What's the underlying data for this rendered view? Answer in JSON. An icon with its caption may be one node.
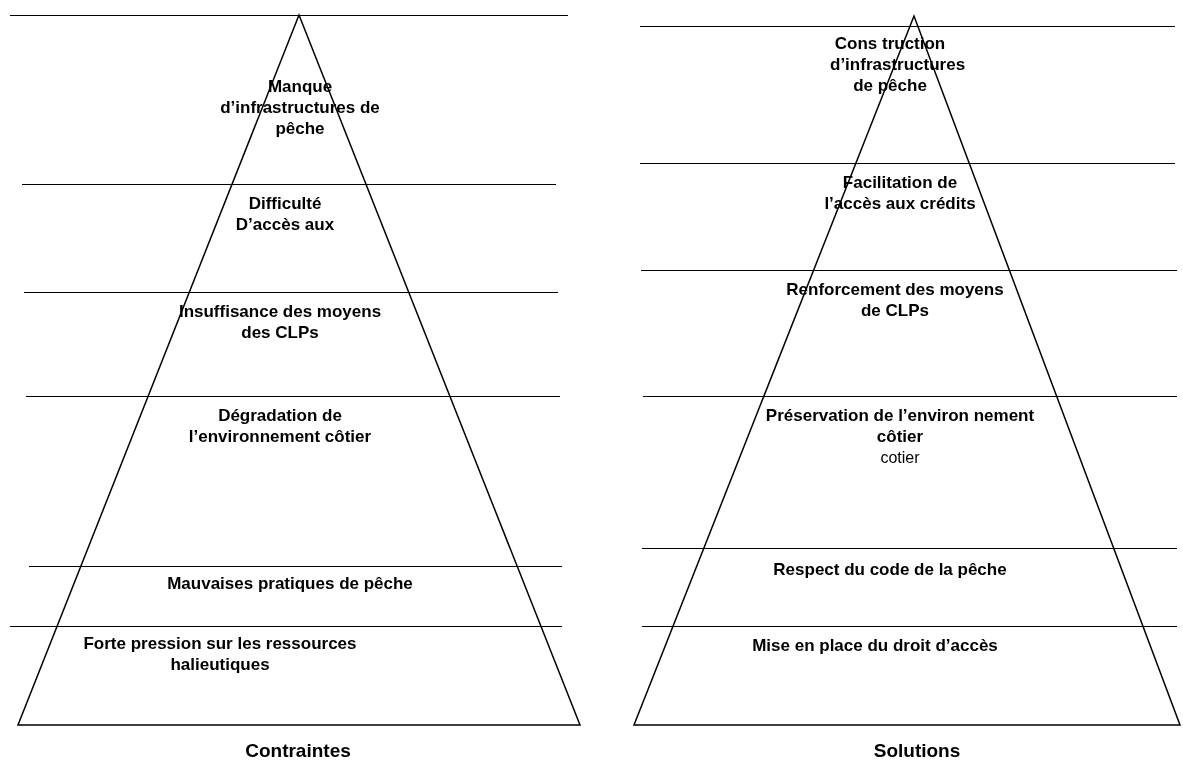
{
  "diagram": {
    "nodes": [
      {
        "text": [
          "Contraintes"
        ]
      },
      {
        "text": [
          "Manque d’infrastructures de pêche"
        ],
        "in": 0
      },
      {
        "text": [
          "Difficulté D’accès aux"
        ],
        "in": 0
      },
      {
        "text": [
          "Insuffisance des moyens des CLPs"
        ],
        "in": 0
      },
      {
        "text": [
          "Dégradation de l’environnement côtier"
        ],
        "in": 0
      },
      {
        "text": [
          "Mauvaises pratiques de pêche"
        ],
        "in": 0
      },
      {
        "text": [
          "Forte pression sur les ressources halieutiques"
        ],
        "in": 0
      },
      {
        "text": [
          "Solutions"
        ]
      },
      {
        "text": [
          "Cons truction d’infrastructures de pêche"
        ],
        "in": 7
      },
      {
        "text": [
          "Facilitation de l’accès aux crédits"
        ],
        "in": 7
      },
      {
        "text": [
          "Renforcement des moyens de CLPs"
        ],
        "in": 7
      },
      {
        "text": [
          "Préservation de l’environ nement côtier",
          "cotier"
        ],
        "in": 7
      },
      {
        "text": [
          "Respect du code de la pêche"
        ],
        "in": 7
      },
      {
        "text": [
          "Mise en place du droit d’accès"
        ],
        "in": 7
      }
    ],
    "edges": []
  }
}
